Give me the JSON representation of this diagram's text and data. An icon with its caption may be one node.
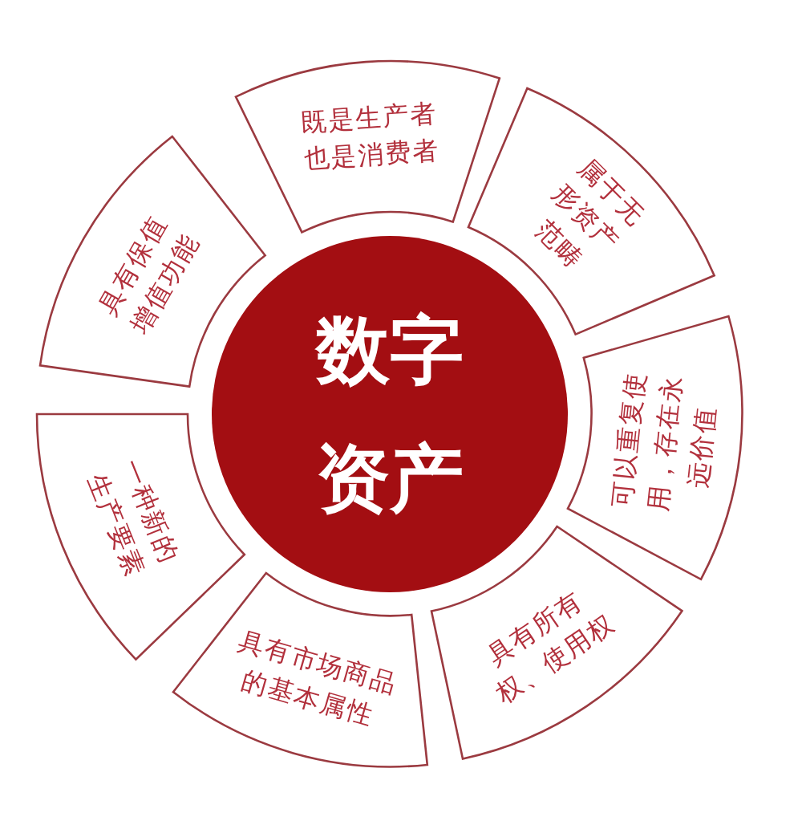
{
  "diagram": {
    "nodes": [
      {
        "text": [
          "数字资产"
        ]
      },
      {
        "text": [
          "既是生产者也是消费者"
        ]
      },
      {
        "text": [
          "属于无形资产范畴"
        ]
      },
      {
        "text": [
          "可以重复使用，存在永远价值"
        ]
      },
      {
        "text": [
          "具有所有权、使用权"
        ]
      },
      {
        "text": [
          "具有市场商品的基本属性"
        ]
      },
      {
        "text": [
          "一种新的生产要素"
        ]
      },
      {
        "text": [
          "具有保值增值功能"
        ]
      }
    ]
  }
}
